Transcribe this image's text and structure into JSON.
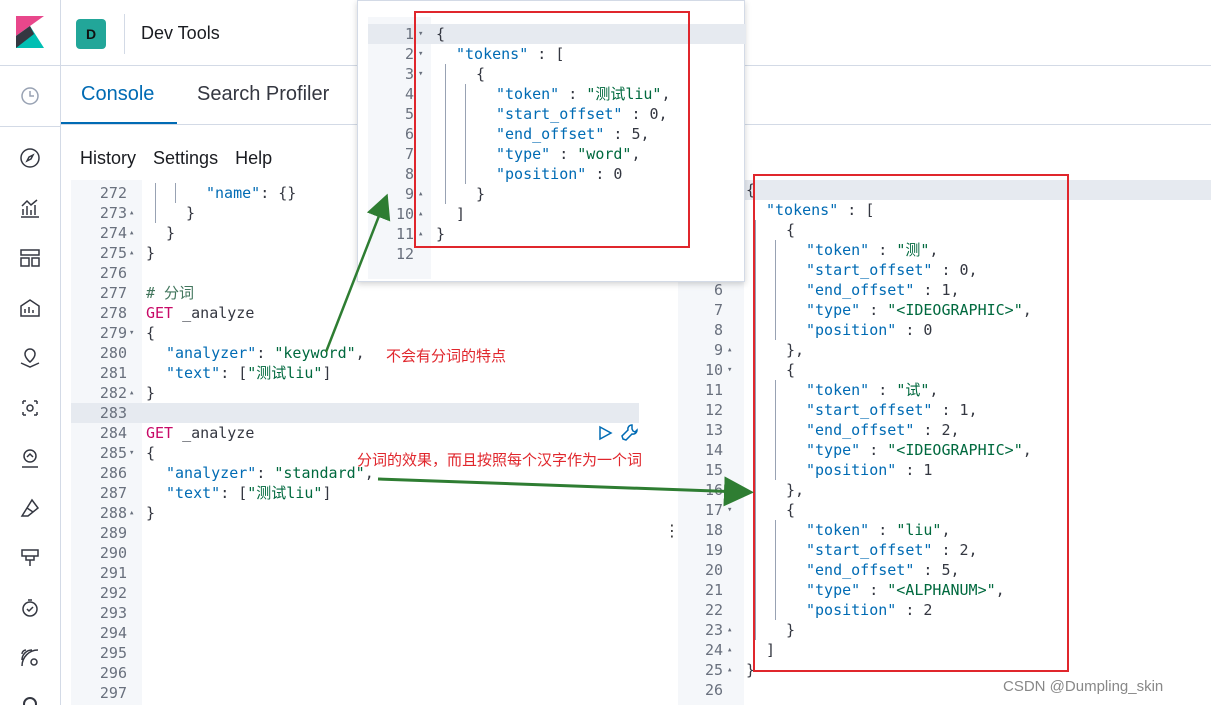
{
  "header": {
    "space_initial": "D",
    "app_title": "Dev Tools"
  },
  "tabs": [
    {
      "label": "Console",
      "active": true
    },
    {
      "label": "Search Profiler",
      "active": false
    }
  ],
  "menu": {
    "history": "History",
    "settings": "Settings",
    "help": "Help"
  },
  "sidebar": {
    "icons": [
      "clock-icon",
      "discover-icon",
      "visualize-icon",
      "dashboard-icon",
      "canvas-icon",
      "maps-icon",
      "ml-icon",
      "graph-icon",
      "observability-icon",
      "uptime-icon",
      "apm-icon",
      "fleet-icon"
    ]
  },
  "editor": {
    "lines": [
      {
        "n": "272",
        "fold": "",
        "indent": 3,
        "parts": [
          {
            "t": "\"name\"",
            "c": "key"
          },
          {
            "t": ": {}",
            "c": "punc"
          }
        ]
      },
      {
        "n": "273",
        "fold": "▴",
        "indent": 2,
        "parts": [
          {
            "t": "}",
            "c": "punc"
          }
        ]
      },
      {
        "n": "274",
        "fold": "▴",
        "indent": 1,
        "parts": [
          {
            "t": "}",
            "c": "punc"
          }
        ]
      },
      {
        "n": "275",
        "fold": "▴",
        "indent": 0,
        "parts": [
          {
            "t": "}",
            "c": "punc"
          }
        ]
      },
      {
        "n": "276",
        "fold": "",
        "indent": 0,
        "parts": []
      },
      {
        "n": "277",
        "fold": "",
        "indent": 0,
        "parts": [
          {
            "t": "# 分词",
            "c": "comment"
          }
        ]
      },
      {
        "n": "278",
        "fold": "",
        "indent": 0,
        "parts": [
          {
            "t": "GET",
            "c": "method"
          },
          {
            "t": " _analyze",
            "c": "url"
          }
        ]
      },
      {
        "n": "279",
        "fold": "▾",
        "indent": 0,
        "parts": [
          {
            "t": "{",
            "c": "punc"
          }
        ]
      },
      {
        "n": "280",
        "fold": "",
        "indent": 1,
        "parts": [
          {
            "t": "\"analyzer\"",
            "c": "key"
          },
          {
            "t": ": ",
            "c": "punc"
          },
          {
            "t": "\"keyword\"",
            "c": "str"
          },
          {
            "t": ",",
            "c": "punc"
          }
        ]
      },
      {
        "n": "281",
        "fold": "",
        "indent": 1,
        "parts": [
          {
            "t": "\"text\"",
            "c": "key"
          },
          {
            "t": ": [",
            "c": "punc"
          },
          {
            "t": "\"测试liu\"",
            "c": "str"
          },
          {
            "t": "]",
            "c": "punc"
          }
        ]
      },
      {
        "n": "282",
        "fold": "▴",
        "indent": 0,
        "parts": [
          {
            "t": "}",
            "c": "punc"
          }
        ]
      },
      {
        "n": "283",
        "fold": "",
        "indent": 0,
        "parts": []
      },
      {
        "n": "284",
        "fold": "",
        "indent": 0,
        "parts": [
          {
            "t": "GET",
            "c": "method"
          },
          {
            "t": " _analyze",
            "c": "url"
          }
        ]
      },
      {
        "n": "285",
        "fold": "▾",
        "indent": 0,
        "parts": [
          {
            "t": "{",
            "c": "punc"
          }
        ]
      },
      {
        "n": "286",
        "fold": "",
        "indent": 1,
        "parts": [
          {
            "t": "\"analyzer\"",
            "c": "key"
          },
          {
            "t": ": ",
            "c": "punc"
          },
          {
            "t": "\"standard\"",
            "c": "str"
          },
          {
            "t": ",",
            "c": "punc"
          }
        ]
      },
      {
        "n": "287",
        "fold": "",
        "indent": 1,
        "parts": [
          {
            "t": "\"text\"",
            "c": "key"
          },
          {
            "t": ": [",
            "c": "punc"
          },
          {
            "t": "\"测试liu\"",
            "c": "str"
          },
          {
            "t": "]",
            "c": "punc"
          }
        ]
      },
      {
        "n": "288",
        "fold": "▴",
        "indent": 0,
        "parts": [
          {
            "t": "}",
            "c": "punc"
          }
        ]
      },
      {
        "n": "289",
        "fold": "",
        "indent": 0,
        "parts": []
      },
      {
        "n": "290",
        "fold": "",
        "indent": 0,
        "parts": []
      },
      {
        "n": "291",
        "fold": "",
        "indent": 0,
        "parts": []
      },
      {
        "n": "292",
        "fold": "",
        "indent": 0,
        "parts": []
      },
      {
        "n": "293",
        "fold": "",
        "indent": 0,
        "parts": []
      },
      {
        "n": "294",
        "fold": "",
        "indent": 0,
        "parts": []
      },
      {
        "n": "295",
        "fold": "",
        "indent": 0,
        "parts": []
      },
      {
        "n": "296",
        "fold": "",
        "indent": 0,
        "parts": []
      },
      {
        "n": "297",
        "fold": "",
        "indent": 0,
        "parts": []
      }
    ]
  },
  "output": {
    "lines": [
      {
        "n": "",
        "fold": "",
        "indent": 0,
        "parts": [
          {
            "t": "{",
            "c": "punc"
          }
        ]
      },
      {
        "n": "",
        "fold": "",
        "indent": 1,
        "parts": [
          {
            "t": "\"tokens\"",
            "c": "key"
          },
          {
            "t": " : [",
            "c": "punc"
          }
        ]
      },
      {
        "n": "",
        "fold": "",
        "indent": 2,
        "parts": [
          {
            "t": "{",
            "c": "punc"
          }
        ]
      },
      {
        "n": "",
        "fold": "",
        "indent": 3,
        "parts": [
          {
            "t": "\"token\"",
            "c": "key"
          },
          {
            "t": " : ",
            "c": "punc"
          },
          {
            "t": "\"测\"",
            "c": "str"
          },
          {
            "t": ",",
            "c": "punc"
          }
        ]
      },
      {
        "n": "",
        "fold": "",
        "indent": 3,
        "parts": [
          {
            "t": "\"start_offset\"",
            "c": "key"
          },
          {
            "t": " : 0,",
            "c": "punc"
          }
        ]
      },
      {
        "n": "6",
        "fold": "",
        "indent": 3,
        "parts": [
          {
            "t": "\"end_offset\"",
            "c": "key"
          },
          {
            "t": " : 1,",
            "c": "punc"
          }
        ]
      },
      {
        "n": "7",
        "fold": "",
        "indent": 3,
        "parts": [
          {
            "t": "\"type\"",
            "c": "key"
          },
          {
            "t": " : ",
            "c": "punc"
          },
          {
            "t": "\"<IDEOGRAPHIC>\"",
            "c": "str"
          },
          {
            "t": ",",
            "c": "punc"
          }
        ]
      },
      {
        "n": "8",
        "fold": "",
        "indent": 3,
        "parts": [
          {
            "t": "\"position\"",
            "c": "key"
          },
          {
            "t": " : 0",
            "c": "punc"
          }
        ]
      },
      {
        "n": "9",
        "fold": "▴",
        "indent": 2,
        "parts": [
          {
            "t": "},",
            "c": "punc"
          }
        ]
      },
      {
        "n": "10",
        "fold": "▾",
        "indent": 2,
        "parts": [
          {
            "t": "{",
            "c": "punc"
          }
        ]
      },
      {
        "n": "11",
        "fold": "",
        "indent": 3,
        "parts": [
          {
            "t": "\"token\"",
            "c": "key"
          },
          {
            "t": " : ",
            "c": "punc"
          },
          {
            "t": "\"试\"",
            "c": "str"
          },
          {
            "t": ",",
            "c": "punc"
          }
        ]
      },
      {
        "n": "12",
        "fold": "",
        "indent": 3,
        "parts": [
          {
            "t": "\"start_offset\"",
            "c": "key"
          },
          {
            "t": " : 1,",
            "c": "punc"
          }
        ]
      },
      {
        "n": "13",
        "fold": "",
        "indent": 3,
        "parts": [
          {
            "t": "\"end_offset\"",
            "c": "key"
          },
          {
            "t": " : 2,",
            "c": "punc"
          }
        ]
      },
      {
        "n": "14",
        "fold": "",
        "indent": 3,
        "parts": [
          {
            "t": "\"type\"",
            "c": "key"
          },
          {
            "t": " : ",
            "c": "punc"
          },
          {
            "t": "\"<IDEOGRAPHIC>\"",
            "c": "str"
          },
          {
            "t": ",",
            "c": "punc"
          }
        ]
      },
      {
        "n": "15",
        "fold": "",
        "indent": 3,
        "parts": [
          {
            "t": "\"position\"",
            "c": "key"
          },
          {
            "t": " : 1",
            "c": "punc"
          }
        ]
      },
      {
        "n": "16",
        "fold": "▴",
        "indent": 2,
        "parts": [
          {
            "t": "},",
            "c": "punc"
          }
        ]
      },
      {
        "n": "17",
        "fold": "▾",
        "indent": 2,
        "parts": [
          {
            "t": "{",
            "c": "punc"
          }
        ]
      },
      {
        "n": "18",
        "fold": "",
        "indent": 3,
        "parts": [
          {
            "t": "\"token\"",
            "c": "key"
          },
          {
            "t": " : ",
            "c": "punc"
          },
          {
            "t": "\"liu\"",
            "c": "str"
          },
          {
            "t": ",",
            "c": "punc"
          }
        ]
      },
      {
        "n": "19",
        "fold": "",
        "indent": 3,
        "parts": [
          {
            "t": "\"start_offset\"",
            "c": "key"
          },
          {
            "t": " : 2,",
            "c": "punc"
          }
        ]
      },
      {
        "n": "20",
        "fold": "",
        "indent": 3,
        "parts": [
          {
            "t": "\"end_offset\"",
            "c": "key"
          },
          {
            "t": " : 5,",
            "c": "punc"
          }
        ]
      },
      {
        "n": "21",
        "fold": "",
        "indent": 3,
        "parts": [
          {
            "t": "\"type\"",
            "c": "key"
          },
          {
            "t": " : ",
            "c": "punc"
          },
          {
            "t": "\"<ALPHANUM>\"",
            "c": "str"
          },
          {
            "t": ",",
            "c": "punc"
          }
        ]
      },
      {
        "n": "22",
        "fold": "",
        "indent": 3,
        "parts": [
          {
            "t": "\"position\"",
            "c": "key"
          },
          {
            "t": " : 2",
            "c": "punc"
          }
        ]
      },
      {
        "n": "23",
        "fold": "▴",
        "indent": 2,
        "parts": [
          {
            "t": "}",
            "c": "punc"
          }
        ]
      },
      {
        "n": "24",
        "fold": "▴",
        "indent": 1,
        "parts": [
          {
            "t": "]",
            "c": "punc"
          }
        ]
      },
      {
        "n": "25",
        "fold": "▴",
        "indent": 0,
        "parts": [
          {
            "t": "}",
            "c": "punc"
          }
        ]
      },
      {
        "n": "26",
        "fold": "",
        "indent": 0,
        "parts": []
      }
    ]
  },
  "popup": {
    "lines": [
      {
        "n": "1",
        "fold": "▾",
        "indent": 0,
        "parts": [
          {
            "t": "{",
            "c": "punc"
          }
        ]
      },
      {
        "n": "2",
        "fold": "▾",
        "indent": 1,
        "parts": [
          {
            "t": "\"tokens\"",
            "c": "key"
          },
          {
            "t": " : [",
            "c": "punc"
          }
        ]
      },
      {
        "n": "3",
        "fold": "▾",
        "indent": 2,
        "parts": [
          {
            "t": "{",
            "c": "punc"
          }
        ]
      },
      {
        "n": "4",
        "fold": "",
        "indent": 3,
        "parts": [
          {
            "t": "\"token\"",
            "c": "key"
          },
          {
            "t": " : ",
            "c": "punc"
          },
          {
            "t": "\"测试liu\"",
            "c": "str"
          },
          {
            "t": ",",
            "c": "punc"
          }
        ]
      },
      {
        "n": "5",
        "fold": "",
        "indent": 3,
        "parts": [
          {
            "t": "\"start_offset\"",
            "c": "key"
          },
          {
            "t": " : 0,",
            "c": "punc"
          }
        ]
      },
      {
        "n": "6",
        "fold": "",
        "indent": 3,
        "parts": [
          {
            "t": "\"end_offset\"",
            "c": "key"
          },
          {
            "t": " : 5,",
            "c": "punc"
          }
        ]
      },
      {
        "n": "7",
        "fold": "",
        "indent": 3,
        "parts": [
          {
            "t": "\"type\"",
            "c": "key"
          },
          {
            "t": " : ",
            "c": "punc"
          },
          {
            "t": "\"word\"",
            "c": "str"
          },
          {
            "t": ",",
            "c": "punc"
          }
        ]
      },
      {
        "n": "8",
        "fold": "",
        "indent": 3,
        "parts": [
          {
            "t": "\"position\"",
            "c": "key"
          },
          {
            "t": " : 0",
            "c": "punc"
          }
        ]
      },
      {
        "n": "9",
        "fold": "▴",
        "indent": 2,
        "parts": [
          {
            "t": "}",
            "c": "punc"
          }
        ]
      },
      {
        "n": "10",
        "fold": "▴",
        "indent": 1,
        "parts": [
          {
            "t": "]",
            "c": "punc"
          }
        ]
      },
      {
        "n": "11",
        "fold": "▴",
        "indent": 0,
        "parts": [
          {
            "t": "}",
            "c": "punc"
          }
        ]
      },
      {
        "n": "12",
        "fold": "",
        "indent": 0,
        "parts": []
      }
    ]
  },
  "annotations": {
    "keyword_note": "不会有分词的特点",
    "standard_note": "分词的效果，而且按照每个汉字作为一个词"
  },
  "watermark": "CSDN @Dumpling_skin",
  "colors": {
    "accent": "#006bb4",
    "key": "#006bb4",
    "string": "#00693e",
    "method": "#c80a68",
    "annotation": "#e0262c",
    "arrow": "#2e7d32",
    "space_badge": "#22a699"
  }
}
